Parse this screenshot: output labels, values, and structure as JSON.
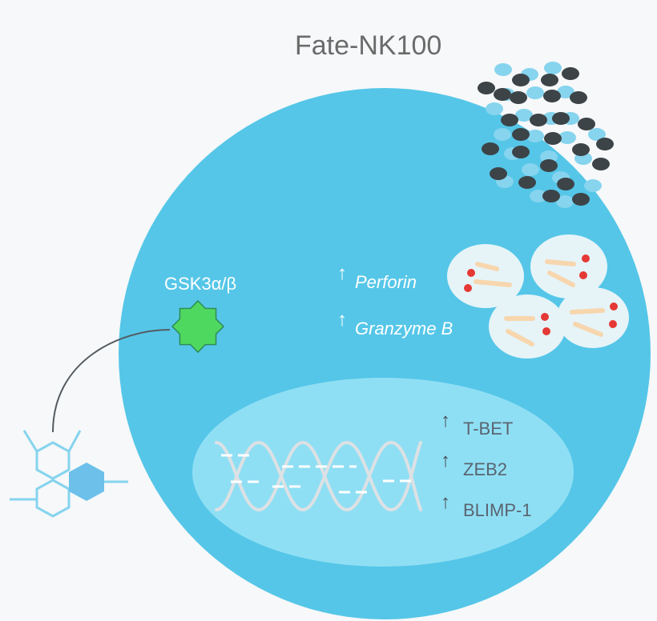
{
  "title": "Fate-NK100",
  "target_label": "GSK3α/β",
  "upregulated_proteins": [
    "Perforin",
    "Granzyme B"
  ],
  "transcription_factors": [
    "T-BET",
    "ZEB2",
    "BLIMP-1"
  ],
  "up_arrow": "↑",
  "colors": {
    "cell": "#55c6e8",
    "nucleus": "#8fdff4",
    "target": "#4fd860",
    "granule": "#e6f4f8",
    "granule_dot": "#e53935",
    "granule_rod": "#f7d6ae",
    "dark_particle": "#3c4448",
    "light_particle": "#86d4ee"
  }
}
